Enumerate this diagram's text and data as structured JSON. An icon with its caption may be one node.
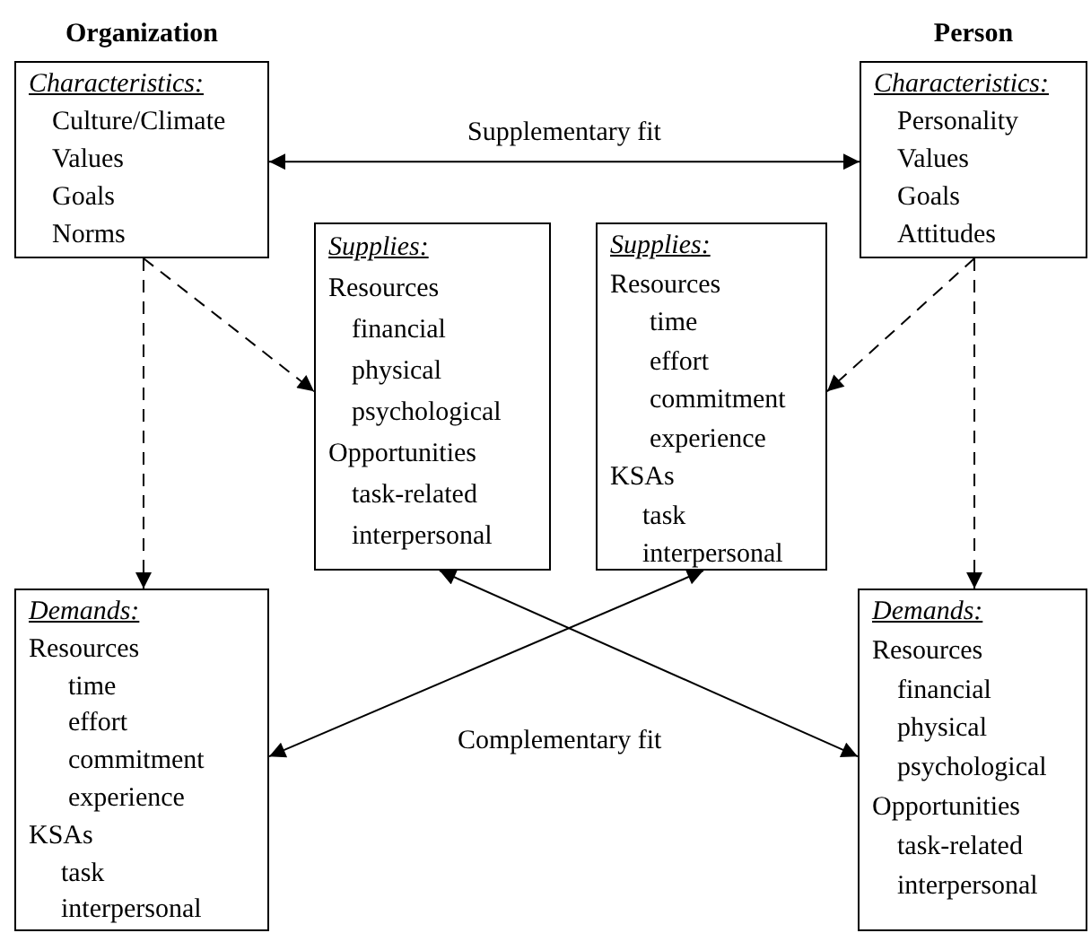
{
  "diagram": {
    "nodes": [
      {
        "text": [
          "Characteristics:",
          "Culture/Climate",
          "Values",
          "Goals",
          "Norms"
        ],
        "beside": [
          "Organization"
        ]
      },
      {
        "text": [
          "Characteristics:",
          "Personality",
          "Values",
          "Goals",
          "Attitudes"
        ],
        "beside": [
          "Person"
        ]
      },
      {
        "text": [
          "Supplies:",
          "Resources",
          "financial",
          "physical",
          "psychological",
          "Opportunities",
          "task-related",
          "interpersonal"
        ]
      },
      {
        "text": [
          "Supplies:",
          "Resources",
          "time",
          "effort",
          "commitment",
          "experience",
          "KSAs",
          "task",
          "interpersonal"
        ]
      },
      {
        "text": [
          "Demands:",
          "Resources",
          "time",
          "effort",
          "commitment",
          "experience",
          "KSAs",
          "task",
          "interpersonal"
        ]
      },
      {
        "text": [
          "Demands:",
          "Resources",
          "financial",
          "physical",
          "psychological",
          "Opportunities",
          "task-related",
          "interpersonal"
        ]
      }
    ],
    "edges": [
      {
        "from": 0,
        "to": 1,
        "arrow": "both",
        "label": "Supplementary fit"
      },
      {
        "from": 0,
        "to": 2,
        "arrow": "to",
        "style": "dashed"
      },
      {
        "from": 0,
        "to": 4,
        "arrow": "to",
        "style": "dashed"
      },
      {
        "from": 1,
        "to": 3,
        "arrow": "to",
        "style": "dashed"
      },
      {
        "from": 1,
        "to": 5,
        "arrow": "to",
        "style": "dashed"
      },
      {
        "from": 2,
        "to": 5,
        "arrow": "both"
      },
      {
        "from": 3,
        "to": 4,
        "arrow": "both"
      }
    ],
    "labels": [
      "Complementary fit"
    ]
  }
}
